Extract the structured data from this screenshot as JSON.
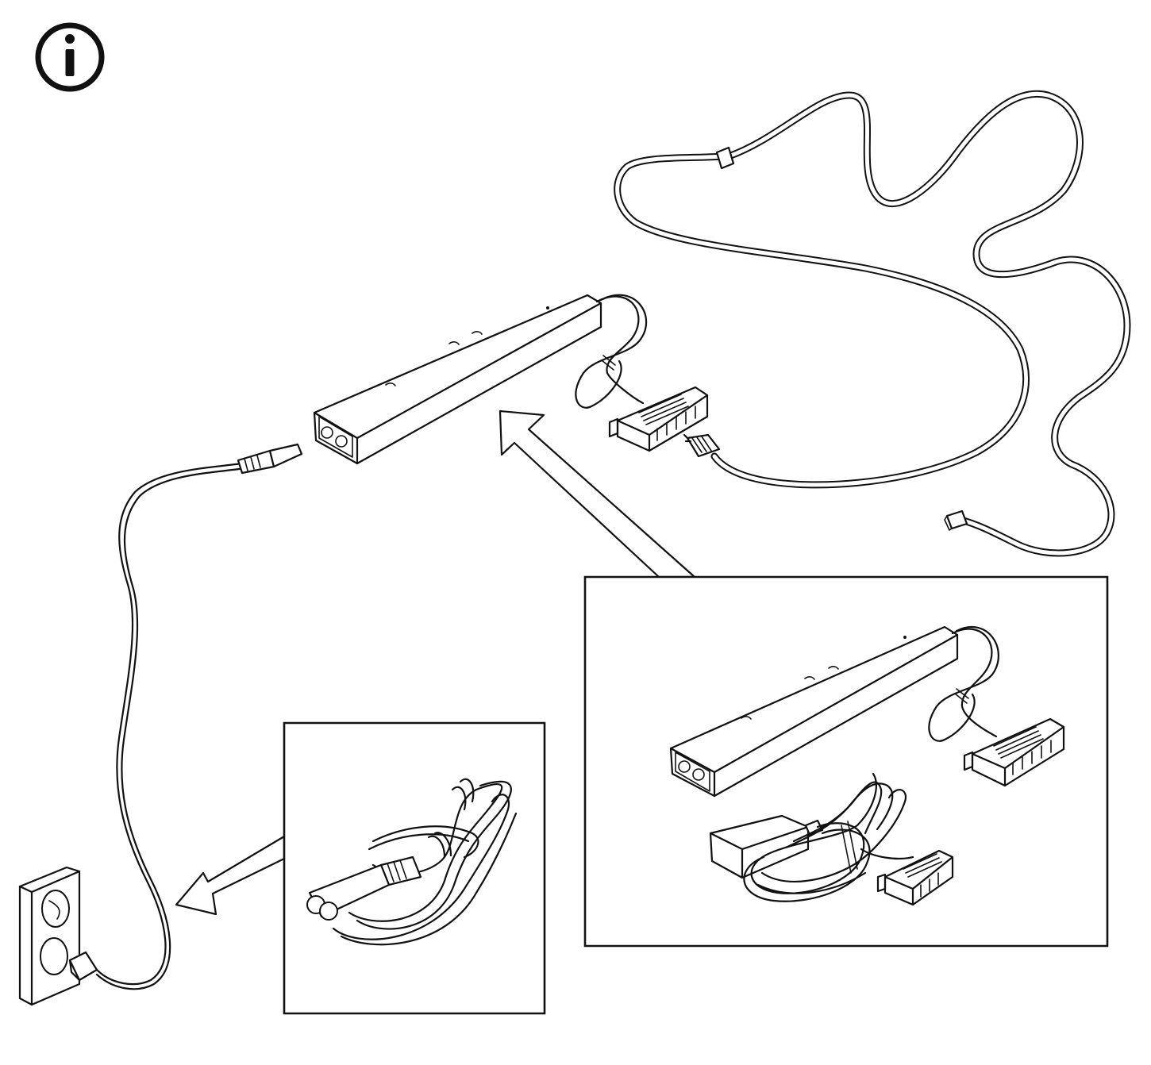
{
  "diagram": {
    "icons": {
      "info": "info-circle-icon",
      "driver": "led-driver-transformer",
      "distributor": "distribution-connector-block",
      "mains_cable": "mains-power-cord",
      "outlet": "wall-power-outlet"
    },
    "colors": {
      "line": "#111111",
      "background": "#ffffff"
    }
  }
}
